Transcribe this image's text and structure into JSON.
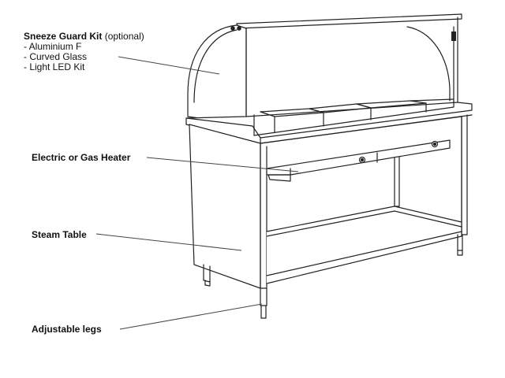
{
  "labels": {
    "sneeze_guard": {
      "title": "Sneeze Guard Kit",
      "note": "(optional)",
      "items": [
        "- Aluminium F",
        "- Curved Glass",
        "- Light LED Kit"
      ]
    },
    "heater": "Electric or Gas Heater",
    "steam_table": "Steam Table",
    "legs": "Adjustable legs"
  },
  "colors": {
    "line": "#222222",
    "leader": "#444444",
    "background": "#ffffff"
  }
}
